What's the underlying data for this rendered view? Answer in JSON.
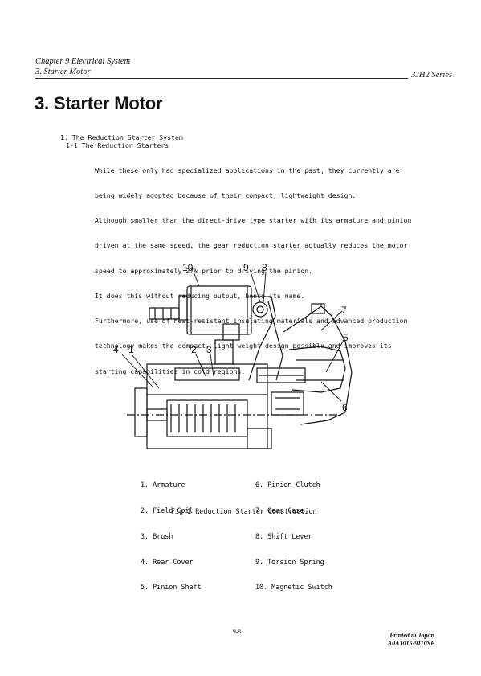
{
  "header": {
    "chapter": "Chapter 9 Electrical System",
    "section": "3. Starter Motor",
    "series": "3JH2 Series"
  },
  "title": "3. Starter Motor",
  "section_1": "1. The Reduction Starter System",
  "subsection_1_1": "1-1 The Reduction Starters",
  "paragraph_lines": [
    "While these only had specialized applications in the past, they currently are",
    "being widely adopted because of their compact, lightweight design.",
    "Although smaller than the direct-drive type starter with its armature and pinion",
    "driven at the same speed, the gear reduction starter actually reduces the motor",
    "speed to approximately 27% prior to driving the pinion.",
    "It does this without reducing output, hence its name.",
    "Furthermore, use of heat-resistant insulating materials and advanced production",
    "technology makes the compact, light weight design possible and improves its",
    "starting capabilities in cold regions."
  ],
  "figure": {
    "callouts": [
      "10",
      "9",
      "8",
      "7",
      "5",
      "4",
      "1",
      "2",
      "3",
      "6"
    ],
    "legend_left": [
      "1. Armature",
      "2. Field Coil",
      "3. Brush",
      "4. Rear Cover",
      "5. Pinion Shaft"
    ],
    "legend_right": [
      "6. Pinion Clutch",
      "7. Gear Case",
      "8. Shift Lever",
      "9. Torsion Spring",
      "10. Magnetic Switch"
    ],
    "caption": "Fig.1 Reduction Starter Construction"
  },
  "footer": {
    "page_number": "9-8",
    "printed": "Printed in Japan",
    "doc_code": "A0A1015-9110SP"
  }
}
